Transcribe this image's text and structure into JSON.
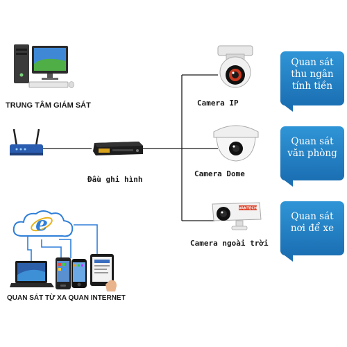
{
  "labels": {
    "monitoring_center": "TRUNG TÂM GIÁM SÁT",
    "recorder": "Đầu ghi hình",
    "remote_monitoring": "QUAN SÁT TỪ XA QUAN INTERNET",
    "camera_ip": "Camera IP",
    "camera_dome": "Camera Dome",
    "camera_outdoor": "Camera ngoài trời"
  },
  "bubbles": {
    "ip": [
      "Quan sát",
      "thu ngân",
      "tính tiền"
    ],
    "dome": [
      "Quan sát",
      "văn phòng"
    ],
    "outdoor": [
      "Quan sát",
      "nơi để xe"
    ]
  },
  "brand_text": "VANTECH",
  "colors": {
    "line": "#1a1a1a",
    "bubble": "#2088cc",
    "router_blue": "#2a5db0",
    "ie_blue": "#2f7fd8"
  },
  "icons": [
    "desktop-computer-icon",
    "wifi-router-icon",
    "dvr-recorder-icon",
    "cloud-icon",
    "ie-logo-icon",
    "laptop-icon",
    "smartphone-icon",
    "tablet-icon",
    "ip-camera-icon",
    "dome-camera-icon",
    "bullet-camera-icon"
  ]
}
